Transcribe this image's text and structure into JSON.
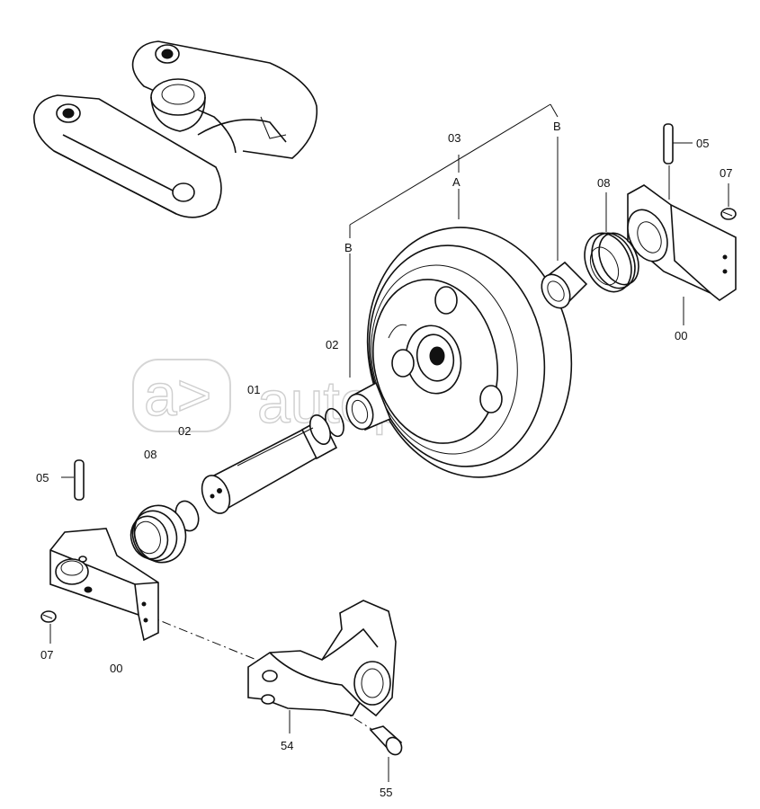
{
  "watermark": {
    "text": "autopiter.ru",
    "glyph": "a>"
  },
  "labels": {
    "p03": "03",
    "pA": "A",
    "pB_left": "B",
    "pB_right": "B",
    "p05_right": "05",
    "p07_right": "07",
    "p08_right": "08",
    "p00_right": "00",
    "p02_upper": "02",
    "p01": "01",
    "p02_lower": "02",
    "p08_left": "08",
    "p05_left": "05",
    "p07_left": "07",
    "p00_left": "00",
    "p54": "54",
    "p55": "55"
  }
}
